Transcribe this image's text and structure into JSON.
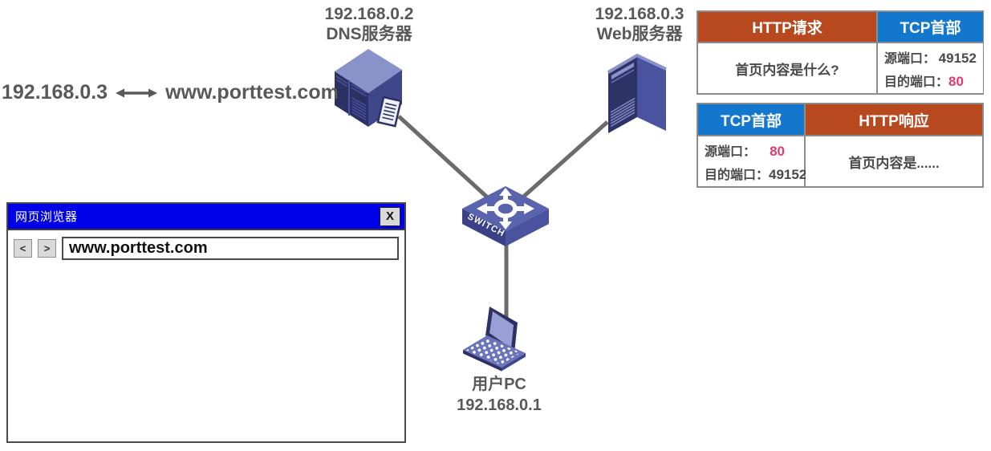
{
  "colors": {
    "http_orange": "#B8491F",
    "tcp_blue": "#1377CE",
    "port_highlight": "#E23A6E",
    "titlebar_blue": "#0000E8",
    "text_gray": "#595959",
    "line_gray": "#6B6B6B"
  },
  "topology": {
    "dns_ip": "192.168.0.2",
    "dns_name": "DNS服务器",
    "web_ip": "192.168.0.3",
    "web_name": "Web服务器",
    "mapping_ip": "192.168.0.3",
    "mapping_domain": "www.porttest.com",
    "switch_label": "SWITCH",
    "pc_name": "用户PC",
    "pc_ip": "192.168.0.1"
  },
  "browser": {
    "title": "网页浏览器",
    "close_label": "X",
    "back_label": "<",
    "forward_label": ">",
    "address_value": "www.porttest.com"
  },
  "request_packet": {
    "http_header": "HTTP请求",
    "tcp_header": "TCP首部",
    "http_payload": "首页内容是什么?",
    "src_port_label": "源端口：",
    "src_port_value": "49152",
    "dst_port_label": "目的端口：",
    "dst_port_value": "80"
  },
  "response_packet": {
    "tcp_header": "TCP首部",
    "http_header": "HTTP响应",
    "src_port_label": "源端口：",
    "src_port_value": "80",
    "dst_port_label": "目的端口：",
    "dst_port_value": "49152",
    "http_payload": "首页内容是......"
  }
}
